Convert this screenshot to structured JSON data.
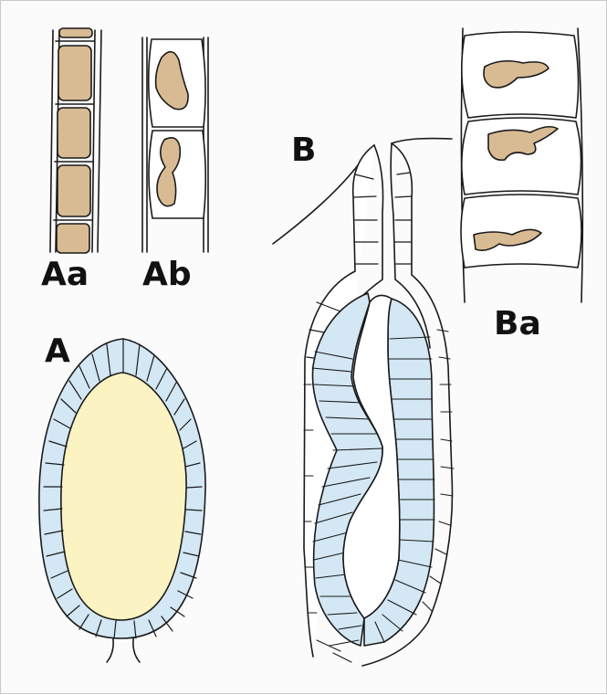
{
  "figure": {
    "labels": {
      "a": "A",
      "aa": "Aa",
      "ab": "Ab",
      "b": "B",
      "ba": "Ba"
    }
  },
  "colors": {
    "background": "#fbfbfb",
    "outline": "#1a1a1a",
    "epithelium": "#d3e7f4",
    "yolk": "#fbf3c2",
    "nucleus": "#d8bb93"
  }
}
